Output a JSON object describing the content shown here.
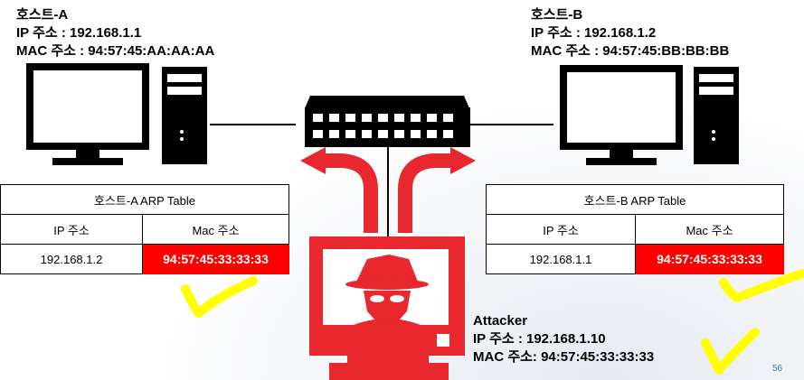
{
  "host_a": {
    "name": "호스트-A",
    "ip_line": "IP 주소 : 192.168.1.1",
    "mac_line": "MAC 주소 : 94:57:45:AA:AA:AA"
  },
  "host_b": {
    "name": "호스트-B",
    "ip_line": "IP 주소 : 192.168.1.2",
    "mac_line": "MAC 주소 : 94:57:45:BB:BB:BB"
  },
  "attacker": {
    "name": "Attacker",
    "ip_line": "IP 주소  : 192.168.1.10",
    "mac_line": "MAC 주소: 94:57:45:33:33:33"
  },
  "arp_table_a": {
    "title": "호스트-A ARP Table",
    "col_ip": "IP 주소",
    "col_mac": "Mac 주소",
    "row_ip": "192.168.1.2",
    "row_mac": "94:57:45:33:33:33"
  },
  "arp_table_b": {
    "title": "호스트-B ARP Table",
    "col_ip": "IP 주소",
    "col_mac": "Mac 주소",
    "row_ip": "192.168.1.1",
    "row_mac": "94:57:45:33:33:33"
  },
  "page_number": "56",
  "colors": {
    "attacker_red": "#e8272f",
    "spoof_cell": "#ff0000",
    "check_mark": "#ffff00",
    "device_black": "#000000"
  }
}
